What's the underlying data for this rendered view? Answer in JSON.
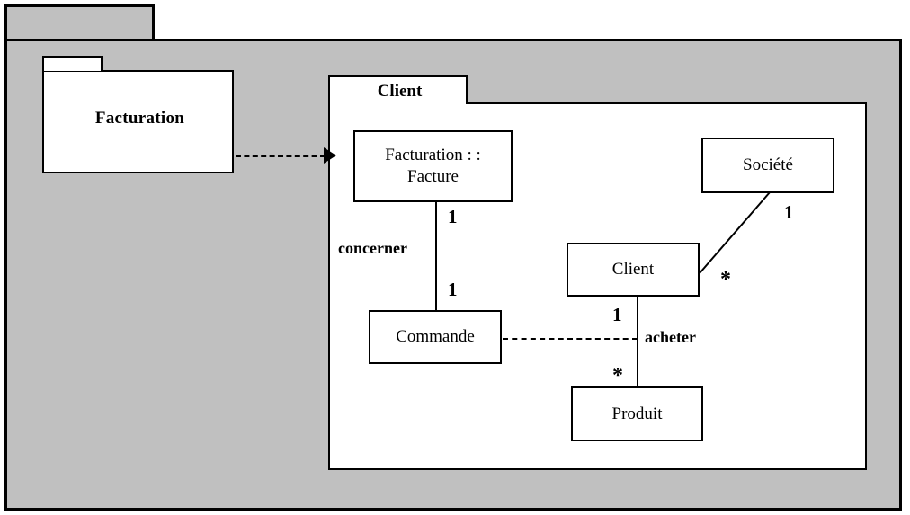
{
  "diagram": {
    "type": "uml-package-class-diagram",
    "language": "fr",
    "background_color": "#ffffff",
    "package_fill_color": "#c0c0c0",
    "class_fill_color": "#ffffff",
    "line_color": "#000000"
  },
  "outer_package": {
    "tab_label": ""
  },
  "packages": [
    {
      "id": "facturation",
      "tab_label": "",
      "name": "Facturation"
    },
    {
      "id": "client",
      "tab_label": "Client",
      "name": "Client"
    }
  ],
  "classes": [
    {
      "id": "facture",
      "name_line1": "Facturation : :",
      "name_line2": "Facture"
    },
    {
      "id": "commande",
      "name": "Commande"
    },
    {
      "id": "client",
      "name": "Client"
    },
    {
      "id": "societe",
      "name": "Société"
    },
    {
      "id": "produit",
      "name": "Produit"
    }
  ],
  "associations": [
    {
      "id": "concerner",
      "role_label": "concerner",
      "from": "facture",
      "to": "commande",
      "from_multiplicity": "1",
      "to_multiplicity": "1",
      "style": "solid"
    },
    {
      "id": "client-societe",
      "role_label": "",
      "from": "societe",
      "to": "client",
      "from_multiplicity": "1",
      "to_multiplicity": "*",
      "style": "solid"
    },
    {
      "id": "acheter",
      "role_label": "acheter",
      "from": "client",
      "to": "produit",
      "from_multiplicity": "1",
      "to_multiplicity": "*",
      "style": "solid"
    }
  ],
  "dependencies": [
    {
      "id": "facturation-to-client",
      "from": "facturation",
      "to": "client",
      "style": "dashed-arrow"
    },
    {
      "id": "commande-to-acheter",
      "from": "commande",
      "to": "acheter",
      "style": "dashed"
    }
  ],
  "labels": {
    "facturation_package": "Facturation",
    "client_package": "Client",
    "facture_line1": "Facturation : :",
    "facture_line2": "Facture",
    "commande": "Commande",
    "client_class": "Client",
    "societe": "Société",
    "produit": "Produit",
    "concerner": "concerner",
    "acheter": "acheter",
    "mult_facture": "1",
    "mult_commande": "1",
    "mult_societe": "1",
    "mult_client_star": "*",
    "mult_client_one": "1",
    "mult_produit_star": "*"
  }
}
